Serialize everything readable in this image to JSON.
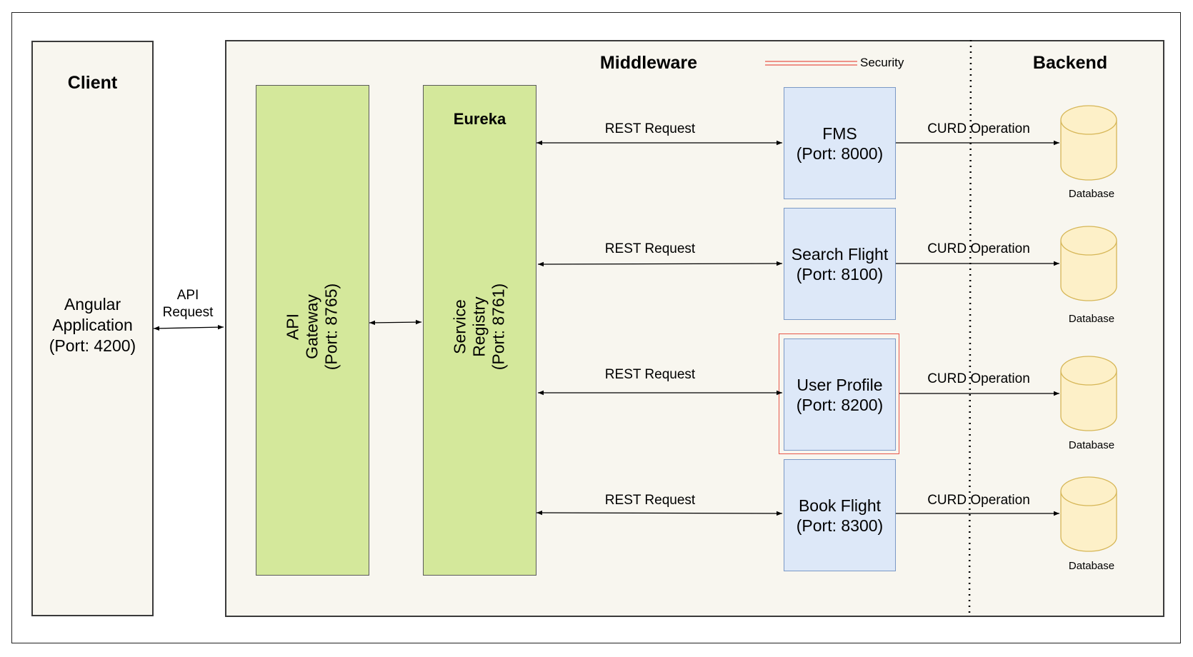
{
  "client": {
    "title": "Client",
    "app_label": "Angular\nApplication\n(Port: 4200)"
  },
  "api_request_label": "API\nRequest",
  "middleware": {
    "title": "Middleware",
    "backend_title": "Backend",
    "legend_security": "Security",
    "api_gateway_label": "API\nGateway\n(Port: 8765)",
    "eureka_title": "Eureka",
    "service_registry_label": "Service\nRegistry\n(Port: 8761)"
  },
  "services": [
    {
      "label": "FMS\n(Port: 8000)",
      "rest_label": "REST Request",
      "crud_label": "CURD Operation",
      "db_label": "Database",
      "secured": false
    },
    {
      "label": "Search Flight\n(Port: 8100)",
      "rest_label": "REST Request",
      "crud_label": "CURD Operation",
      "db_label": "Database",
      "secured": false
    },
    {
      "label": "User Profile\n(Port: 8200)",
      "rest_label": "REST Request",
      "crud_label": "CURD Operation",
      "db_label": "Database",
      "secured": true
    },
    {
      "label": "Book Flight\n(Port: 8300)",
      "rest_label": "REST Request",
      "crud_label": "CURD Operation",
      "db_label": "Database",
      "secured": false
    }
  ],
  "colors": {
    "panel_bg": "#f8f6ef",
    "green_box": "#d4e89b",
    "service_box": "#dde8f8",
    "service_border": "#7b99c6",
    "database": "#fdf0c8",
    "database_border": "#d6b656",
    "security": "#e8574a"
  }
}
